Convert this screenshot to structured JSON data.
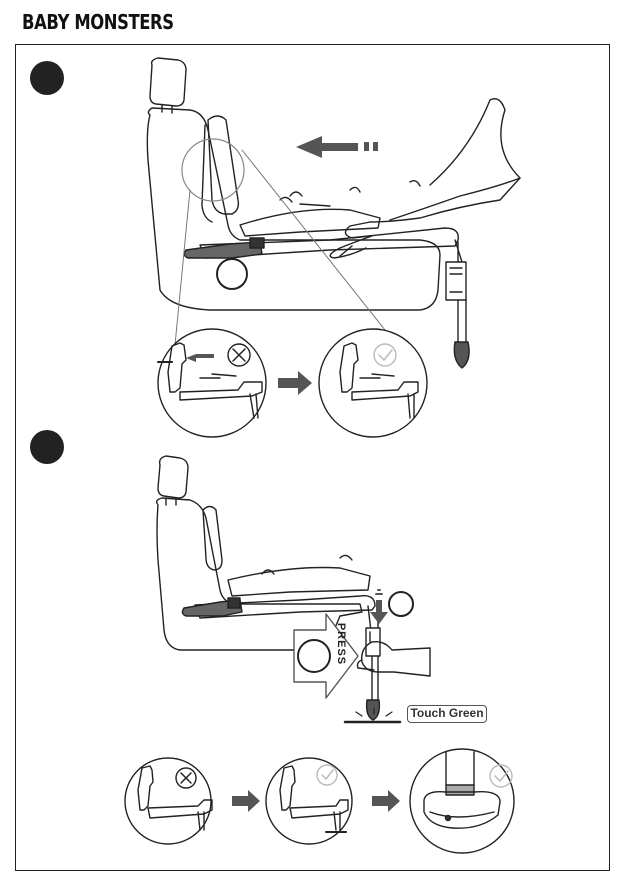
{
  "brand": {
    "name": "BABY MONSTERS"
  },
  "callouts": {
    "press": "PRESS",
    "touch_green": "Touch Green"
  },
  "colors": {
    "line": "#222222",
    "arrow": "#555555",
    "grey_mark": "#bdbdbd",
    "step_marker": "#222222"
  },
  "icons": [
    "cross-icon",
    "check-icon",
    "arrow-right-icon",
    "arrow-left-icon",
    "arrow-down-icon"
  ]
}
